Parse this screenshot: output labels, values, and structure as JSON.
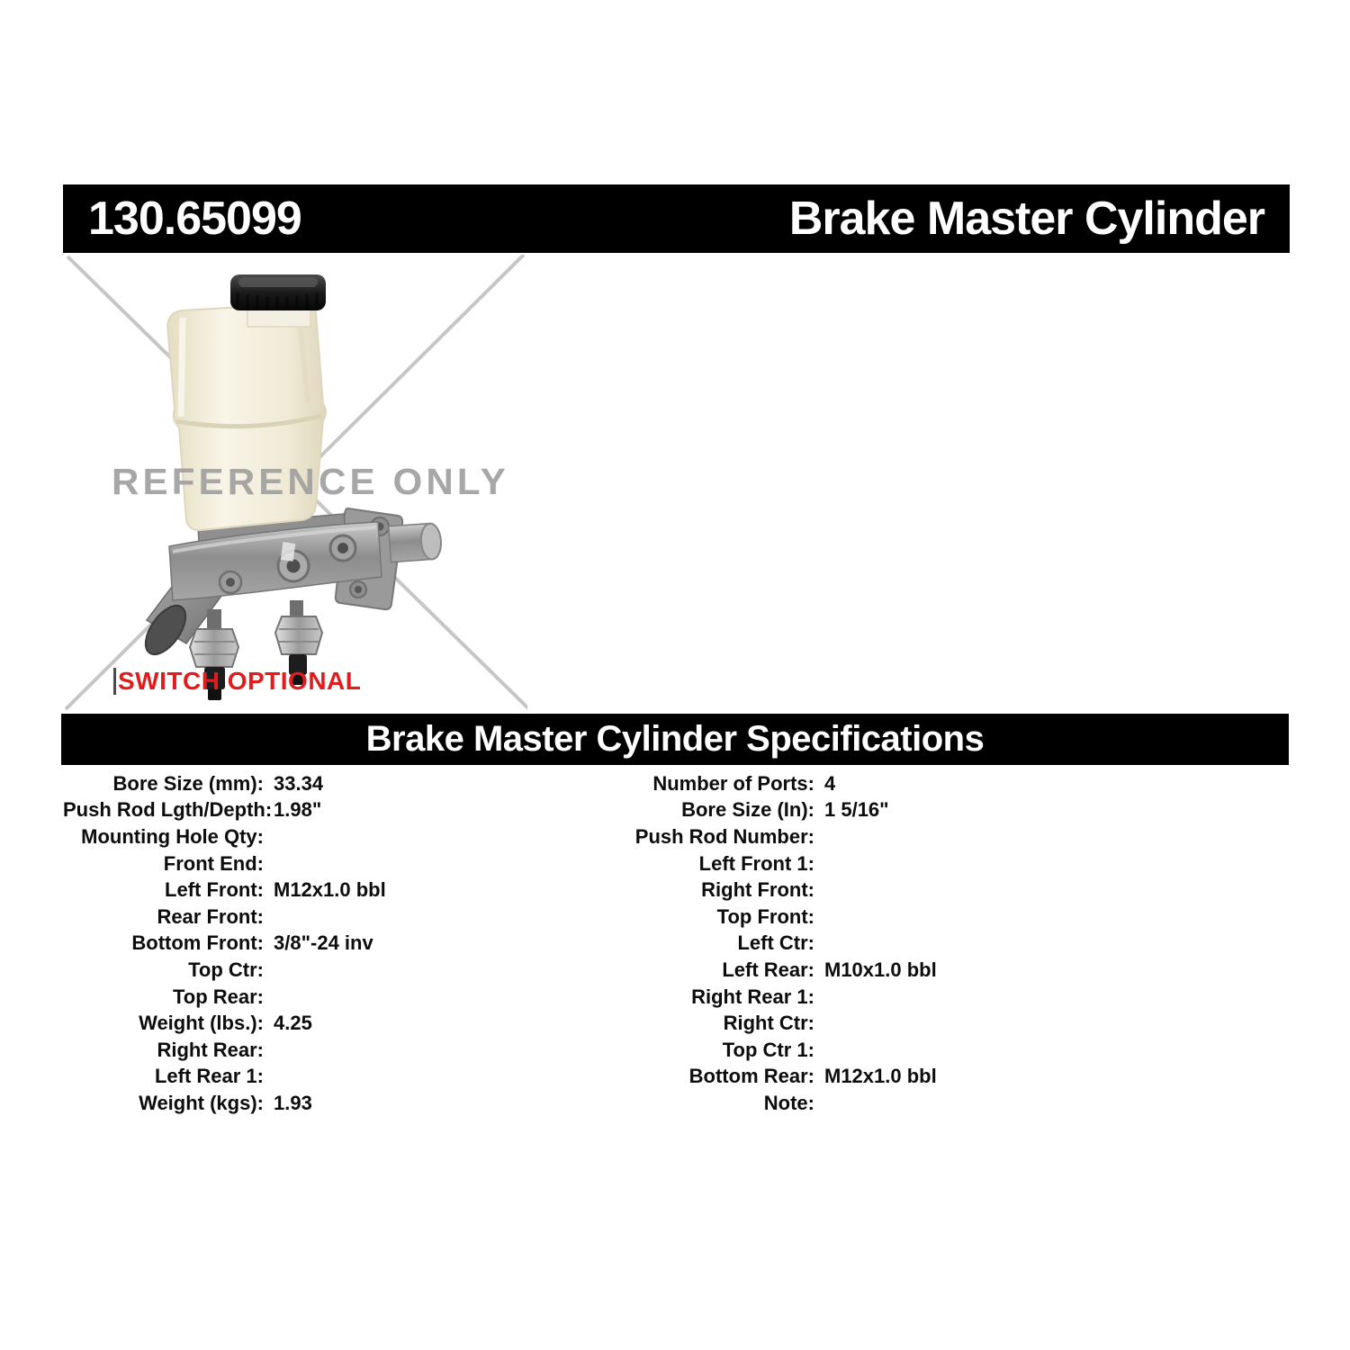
{
  "header": {
    "part_number": "130.65099",
    "product_title": "Brake Master Cylinder"
  },
  "image_panel": {
    "watermark_text": "REFERENCE ONLY",
    "caption_text": "SWITCH OPTIONAL",
    "caption_color": "#e01c1c",
    "watermark_color": "#9f9f9f"
  },
  "specs": {
    "title": "Brake Master Cylinder Specifications",
    "left_column": [
      {
        "label": "Bore Size (mm):",
        "value": "33.34"
      },
      {
        "label": "Push Rod Lgth/Depth:",
        "value": "1.98\""
      },
      {
        "label": "Mounting Hole Qty:",
        "value": ""
      },
      {
        "label": "Front End:",
        "value": ""
      },
      {
        "label": "Left Front:",
        "value": "M12x1.0 bbl"
      },
      {
        "label": "Rear Front:",
        "value": ""
      },
      {
        "label": "Bottom Front:",
        "value": "3/8\"-24 inv"
      },
      {
        "label": "Top Ctr:",
        "value": ""
      },
      {
        "label": "Top Rear:",
        "value": ""
      },
      {
        "label": "Weight (lbs.):",
        "value": "4.25"
      },
      {
        "label": "Right Rear:",
        "value": ""
      },
      {
        "label": "Left Rear 1:",
        "value": ""
      },
      {
        "label": "Weight (kgs):",
        "value": "1.93"
      }
    ],
    "right_column": [
      {
        "label": "Number of Ports:",
        "value": "4"
      },
      {
        "label": "Bore Size (In):",
        "value": "1 5/16\""
      },
      {
        "label": "Push Rod Number:",
        "value": ""
      },
      {
        "label": "Left Front 1:",
        "value": ""
      },
      {
        "label": "Right Front:",
        "value": ""
      },
      {
        "label": "Top Front:",
        "value": ""
      },
      {
        "label": "Left Ctr:",
        "value": ""
      },
      {
        "label": "Left Rear:",
        "value": "M10x1.0 bbl"
      },
      {
        "label": "Right Rear 1:",
        "value": ""
      },
      {
        "label": "Right Ctr:",
        "value": ""
      },
      {
        "label": "Top Ctr 1:",
        "value": ""
      },
      {
        "label": "Bottom Rear:",
        "value": "M12x1.0 bbl"
      },
      {
        "label": "Note:",
        "value": ""
      }
    ]
  }
}
